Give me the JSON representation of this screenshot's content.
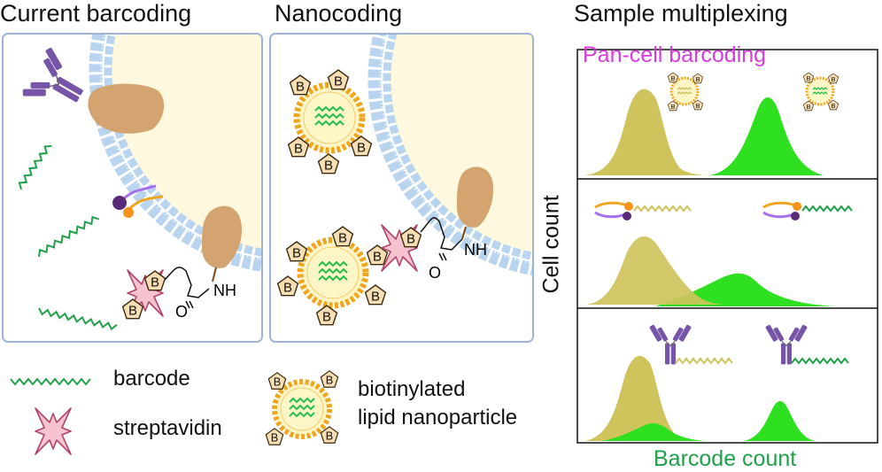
{
  "titles": {
    "current": "Current barcoding",
    "nanocoding": "Nanocoding",
    "multiplexing": "Sample multiplexing"
  },
  "panel_subtitle": "Pan-cell barcoding",
  "axis": {
    "y_label": "Cell count",
    "x_label": "Barcode count"
  },
  "chem": {
    "nh": "NH",
    "o": "O"
  },
  "biotin_letter": "B",
  "legend": {
    "barcode": "barcode",
    "streptavidin": "streptavidin",
    "nanoparticle_line1": "biotinylated",
    "nanoparticle_line2": "lipid nanoparticle"
  },
  "colors": {
    "membrane": "#b9d4ef",
    "cytoplasm": "#fdf8de",
    "barcode_green": "#21a04a",
    "protein_tan": "#d3a46f",
    "antibody_purple": "#7655a8",
    "streptavidin_pink": "#f7c3cf",
    "lipid_orange": "#f0a51f",
    "biotin_fill": "#f7dfb3",
    "hist_yellow": "#cfc35c",
    "hist_green": "#2fe021",
    "subtitle_magenta": "#d63cdc"
  }
}
